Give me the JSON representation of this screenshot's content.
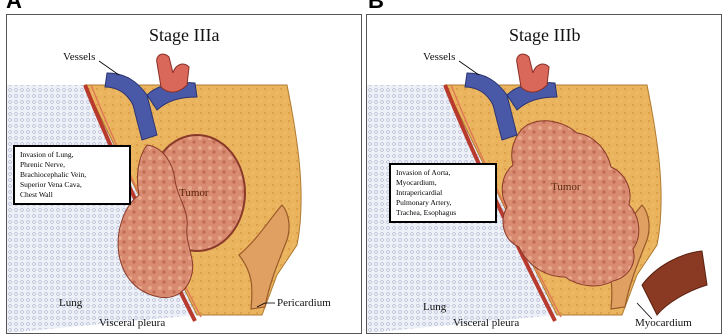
{
  "panels": [
    {
      "letter": "A",
      "title": "Stage IIIa",
      "vessels_label": "Vessels",
      "tumor_label": "Tumor",
      "invasion_lines": [
        "Invasion of Lung,",
        "Phrenic Nerve,",
        "Brachiocephalic Vein,",
        "Superior Vena Cava,",
        "Chest Wall"
      ],
      "lung_label": "Lung",
      "visceral_pleura_label": "Visceral pleura",
      "pericardium_label": "Pericardium"
    },
    {
      "letter": "B",
      "title": "Stage IIIb",
      "vessels_label": "Vessels",
      "tumor_label": "Tumor",
      "invasion_lines": [
        "Invasion of Aorta,",
        "Myocardium,",
        "Intrapericardial",
        "Pulmonary Artery,",
        "Trachea, Esophagus"
      ],
      "lung_label": "Lung",
      "visceral_pleura_label": "Visceral pleura",
      "myocardium_label": "Myocardium"
    }
  ],
  "colors": {
    "fat": "#e8b25a",
    "vein": "#4a5aa8",
    "artery": "#d9685a",
    "tumor": "#d98a72",
    "pleura": "#c0473a",
    "lung_texture": "#b8c0d8",
    "pericardium": "#d99155"
  }
}
